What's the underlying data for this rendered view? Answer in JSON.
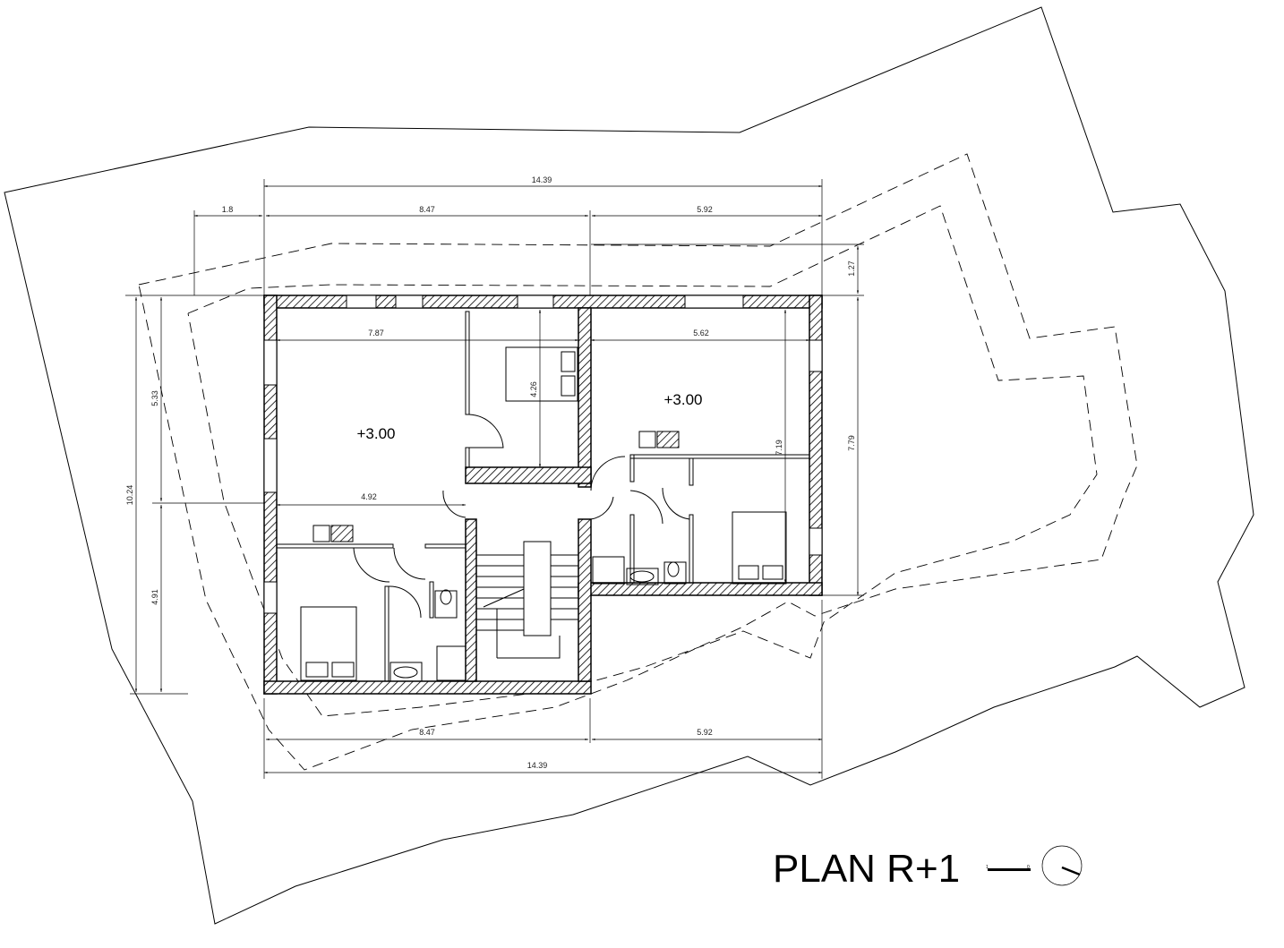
{
  "title": "PLAN R+1",
  "scale_bar": {
    "start": "1",
    "end": "0"
  },
  "room_levels": [
    "+3.00",
    "+3.00"
  ],
  "dimensions": {
    "top_total": "14.39",
    "top_left_offset": "1.8",
    "top_left": "8.47",
    "top_right": "5.92",
    "right_offset": "1.27",
    "right_height": "7.79",
    "left_total": "10.24",
    "left_upper": "5.33",
    "left_lower": "4.91",
    "living_left_width": "7.87",
    "living_right_width": "5.62",
    "bedroom_depth": "4.26",
    "right_wing_depth": "7.19",
    "lower_width": "4.92",
    "bottom_left": "8.47",
    "bottom_right": "5.92",
    "bottom_total": "14.39"
  }
}
